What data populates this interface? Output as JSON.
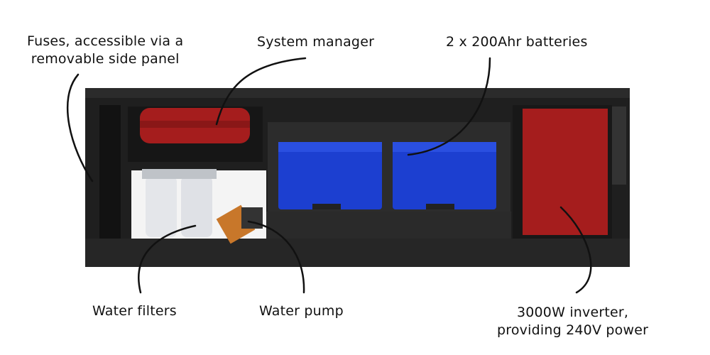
{
  "labels": {
    "fuses_line1": "Fuses, accessible via a",
    "fuses_line2": "removable side panel",
    "system_manager": "System manager",
    "batteries": "2 x 200Ahr batteries",
    "water_filters": "Water filters",
    "water_pump": "Water pump",
    "inverter_line1": "3000W inverter,",
    "inverter_line2": "providing 240V power"
  },
  "colors": {
    "cabinet": "#1e1e1e",
    "red_component": "#a51d1d",
    "battery_blue": "#1c3fd0",
    "filter_white": "#e4e6ea",
    "pump_orange": "#c8772a"
  }
}
